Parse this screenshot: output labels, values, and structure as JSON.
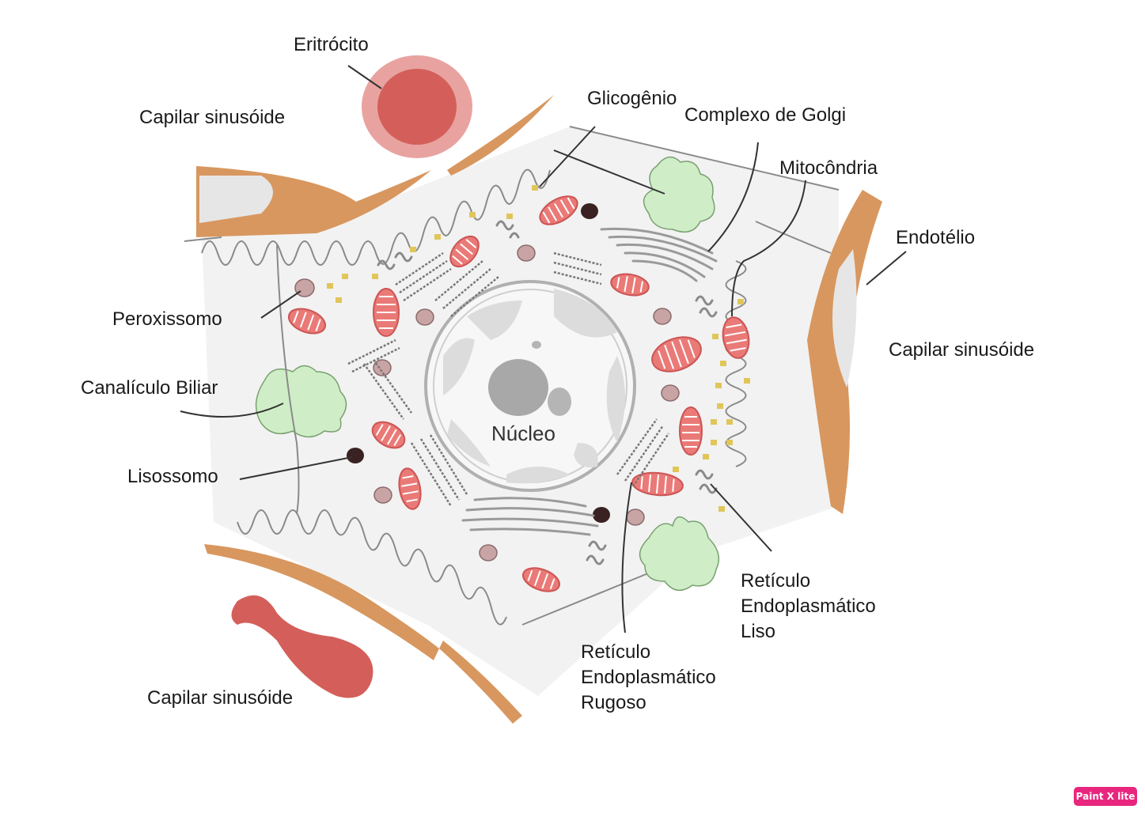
{
  "colors": {
    "capillary_wall": "#d8975f",
    "erythrocyte": "#d45f5a",
    "erythrocyte_halo": "#e8a3a0",
    "cytoplasm": "#f2f2f2",
    "canaliculus": "#cfeec7",
    "mitochondria": "#ea7a77",
    "peroxisome": "#c9a4a4",
    "lysosome": "#3a2222",
    "glycogen": "#e0c65a",
    "nucleolus": "#a8a8a8",
    "badge": "#e8267e"
  },
  "icons": {
    "erythrocyte": "red-disc",
    "mitochondrion": "striped-oval",
    "lysosome": "dark-dot",
    "peroxisome": "small-mauve-dot",
    "glycogen": "yellow-granule"
  },
  "labels": {
    "eritrocito": "Eritrócito",
    "capilar_top": "Capilar sinusóide",
    "glicogenio": "Glicogênio",
    "golgi": "Complexo de Golgi",
    "mitocondria": "Mitocôndria",
    "endotelio": "Endotélio",
    "capilar_right": "Capilar sinusóide",
    "peroxissomo": "Peroxissomo",
    "canaliculo": "Canalículo Biliar",
    "lisossomo": "Lisossomo",
    "nucleo": "Núcleo",
    "rel_line1": "Retículo",
    "rel_line2": "Endoplasmático",
    "rel_line3": "Liso",
    "rer_line1": "Retículo",
    "rer_line2": "Endoplasmático",
    "rer_line3": "Rugoso",
    "capilar_bottom": "Capilar sinusóide"
  },
  "watermark": "Paint X lite"
}
